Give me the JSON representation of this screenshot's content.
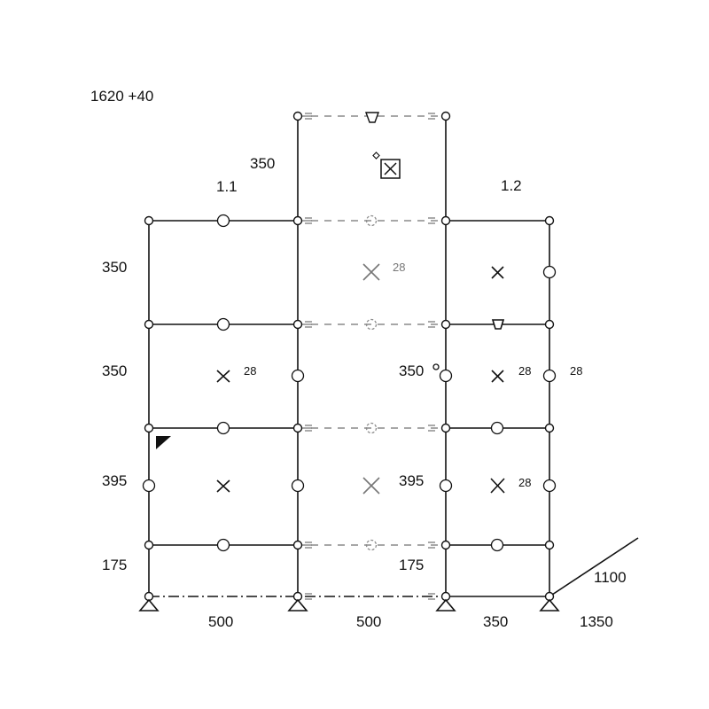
{
  "labels": {
    "top_left": "1620 +40",
    "bay_1_1": "1.1",
    "bay_1_2": "1.2",
    "tower_height": "350",
    "row_1_height": "350",
    "row_2_height": "350",
    "row_3_height": "395",
    "row_4_height": "175",
    "row_2_height_right": "350",
    "row_3_height_right": "395",
    "row_4_height_right": "175",
    "span_1": "500",
    "span_2": "500",
    "span_3": "350",
    "total_span": "1350",
    "diagonal_length": "1100",
    "sup_a": "28",
    "sup_b": "28",
    "sup_c": "28",
    "sup_d": "28",
    "sup_e": "28"
  },
  "colors": {
    "frame": "#111111",
    "dashed": "#8a8a8a"
  }
}
